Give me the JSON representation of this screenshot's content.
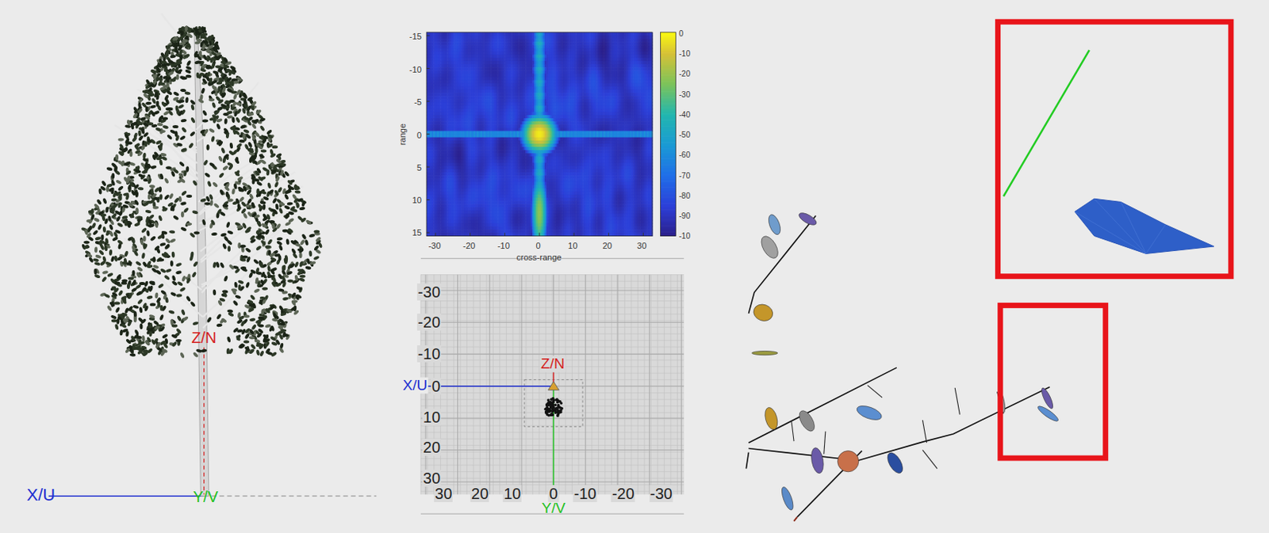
{
  "diagram": {
    "labels": [
      "Z/N",
      "X/U",
      "Y/V",
      "-15",
      "-10",
      "-5",
      "0",
      "5",
      "10",
      "15",
      "range",
      "0",
      "-10",
      "-20",
      "-30",
      "-40",
      "-50",
      "-60",
      "-70",
      "-80",
      "-90",
      "-10",
      "-30",
      "-20",
      "-10",
      "0",
      "10",
      "20",
      "30",
      "cross-range",
      "-30",
      "-20",
      "-10",
      "0",
      "10",
      "20",
      "30",
      "X/U",
      "Z/N",
      "30",
      "20",
      "10",
      "0",
      "-10",
      "-20",
      "-30",
      "Y/V"
    ]
  }
}
